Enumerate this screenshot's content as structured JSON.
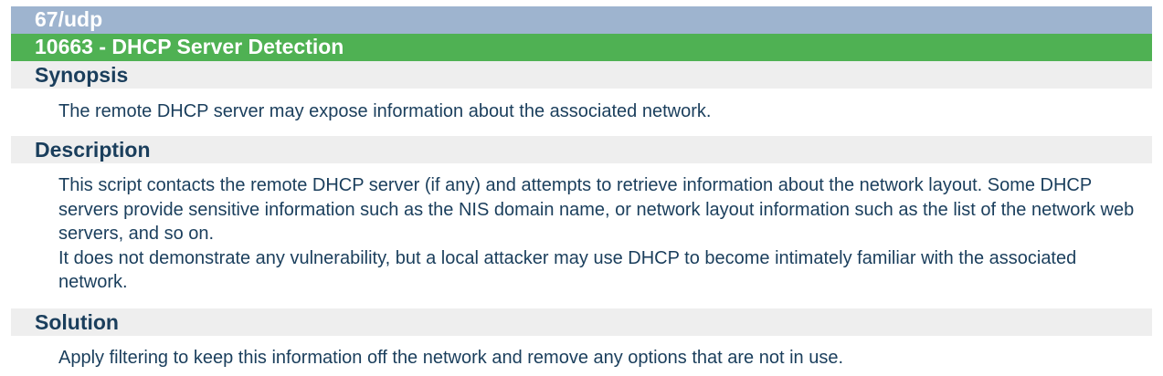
{
  "port": "67/udp",
  "plugin": {
    "title": "10663 - DHCP Server Detection"
  },
  "sections": {
    "synopsis": {
      "heading": "Synopsis",
      "text": "The remote DHCP server may expose information about the associated network."
    },
    "description": {
      "heading": "Description",
      "paragraphs": [
        "This script contacts the remote DHCP server (if any) and attempts to retrieve information about the network layout. Some DHCP servers provide sensitive information such as the NIS domain name, or network layout information such as the list of the network web servers, and so on.",
        "It does not demonstrate any vulnerability, but a local attacker may use DHCP to become intimately familiar with the associated network."
      ]
    },
    "solution": {
      "heading": "Solution",
      "text": "Apply filtering to keep this information off the network and remove any options that are not in use."
    }
  },
  "colors": {
    "port_bar": "#9eb4cf",
    "plugin_bar": "#4fb153",
    "section_header_bg": "#eeeeee",
    "text": "#1a3e5c"
  }
}
